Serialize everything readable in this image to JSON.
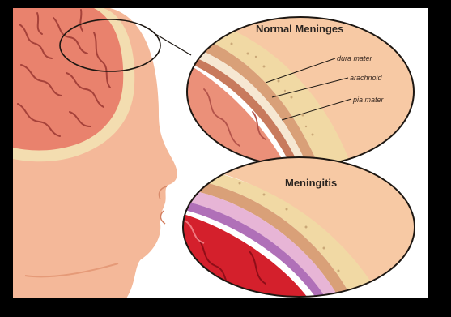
{
  "diagram": {
    "normal_panel": {
      "title": "Normal Meninges",
      "labels": [
        "dura mater",
        "arachnoid",
        "pia mater"
      ]
    },
    "meningitis_panel": {
      "title": "Meningitis"
    },
    "colors": {
      "skin": "#f2b493",
      "brain": "#e9826d",
      "skull": "#f0d8a6",
      "inflamed": "#d4202c",
      "outline": "#1d1712"
    }
  }
}
